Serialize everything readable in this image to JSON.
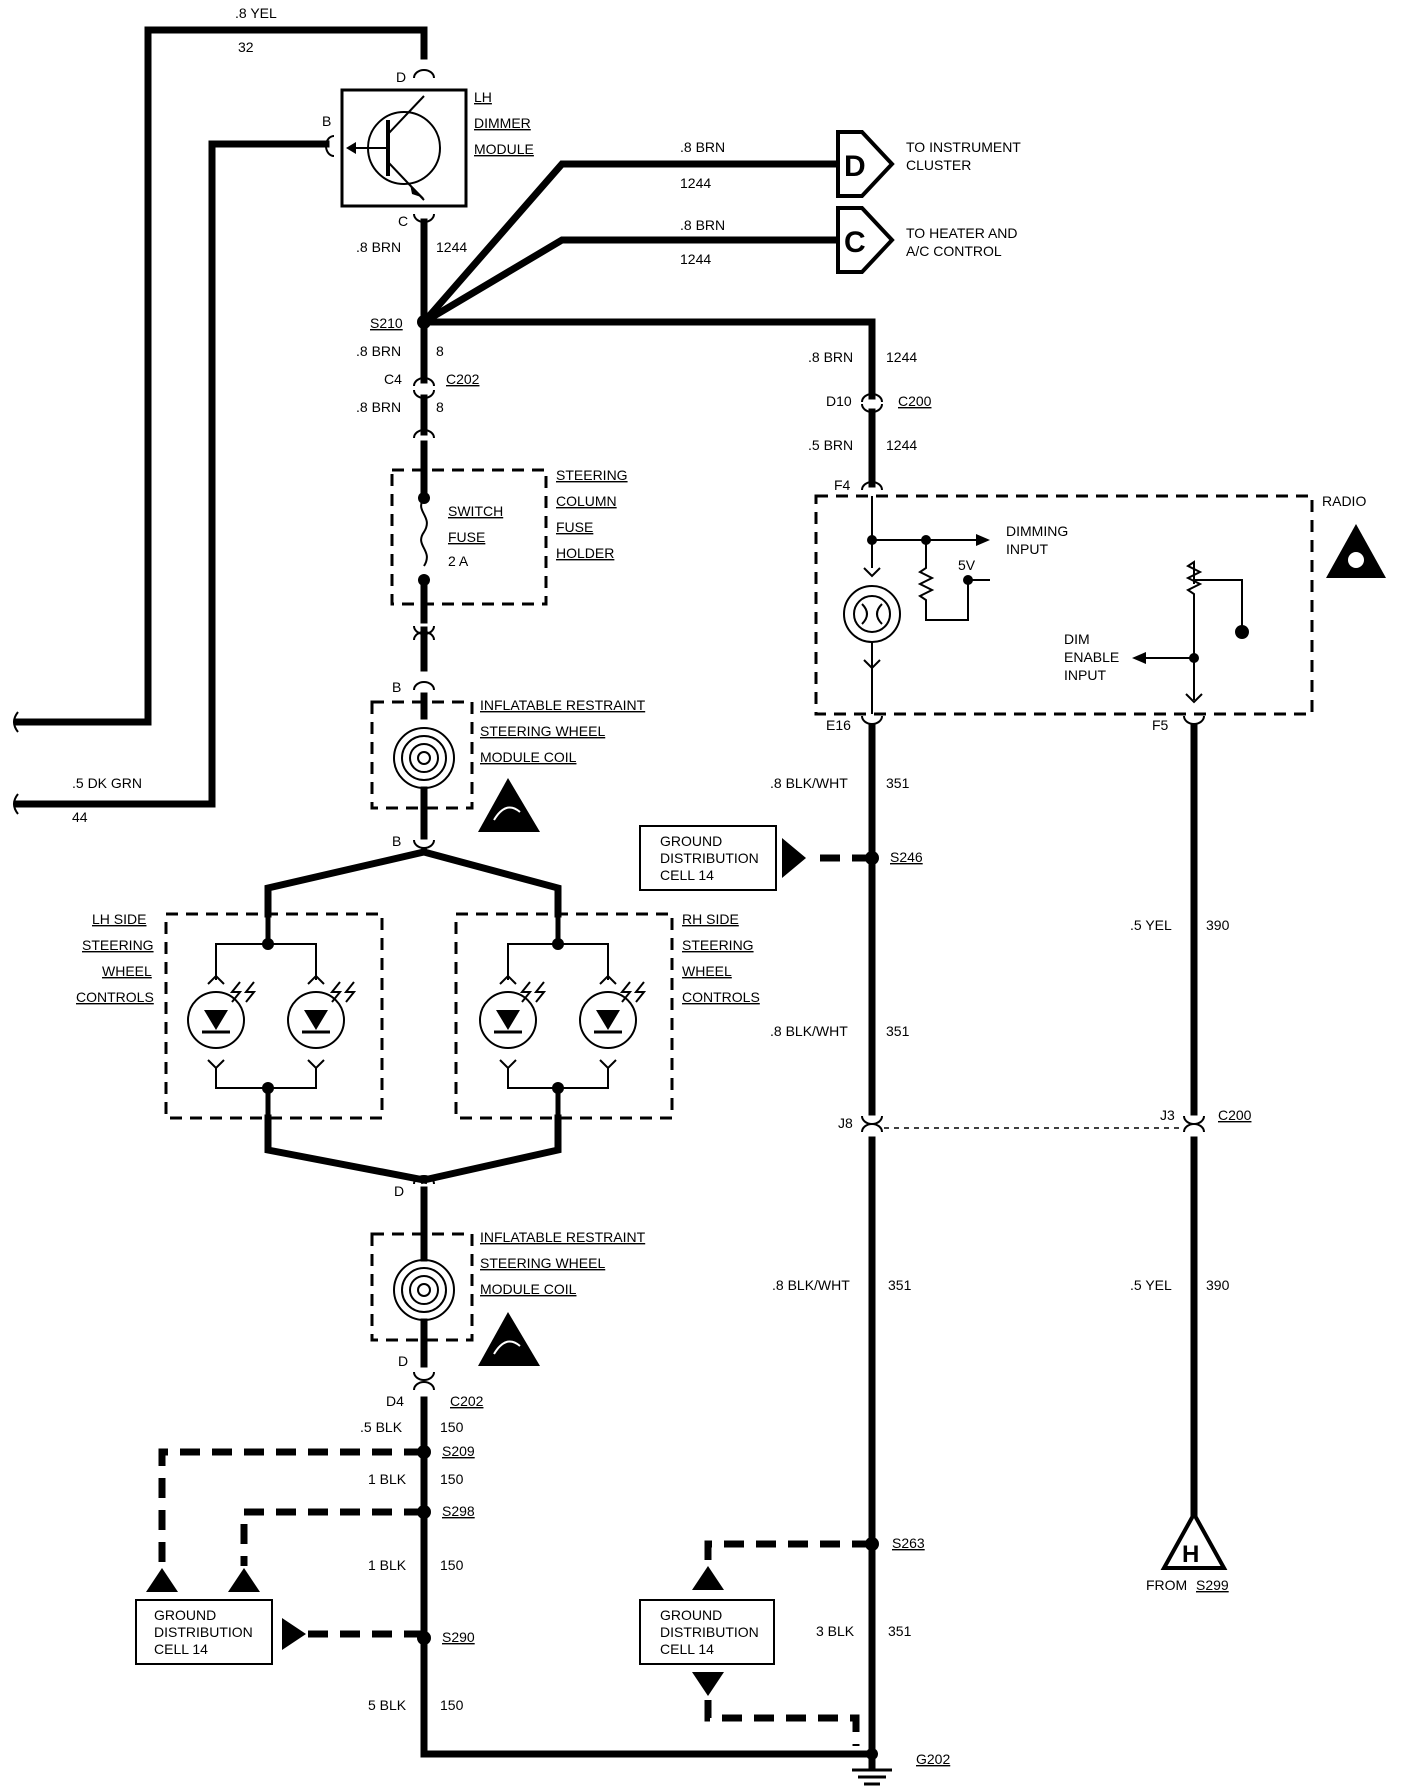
{
  "wires": {
    "yel_top": {
      "gauge": ".8 YEL",
      "circuit": "32"
    },
    "dk_grn": {
      "gauge": ".5 DK GRN",
      "circuit": "44"
    },
    "brn_to_cluster": {
      "gauge": ".8 BRN",
      "circuit": "1244"
    },
    "brn_to_heater": {
      "gauge": ".8 BRN",
      "circuit": "1244"
    },
    "brn_module_out": {
      "gauge": ".8 BRN",
      "circuit": "1244"
    },
    "brn_s210_down": {
      "gauge": ".8 BRN",
      "circuit": "8"
    },
    "brn_c4_down": {
      "gauge": ".8 BRN",
      "circuit": "8"
    },
    "brn_right_top": {
      "gauge": ".8 BRN",
      "circuit": "1244"
    },
    "brn_right_radio": {
      "gauge": ".5 BRN",
      "circuit": "1244"
    },
    "blk_wht_1": {
      "gauge": ".8 BLK/WHT",
      "circuit": "351"
    },
    "blk_wht_2": {
      "gauge": ".8 BLK/WHT",
      "circuit": "351"
    },
    "blk_wht_3": {
      "gauge": ".8 BLK/WHT",
      "circuit": "351"
    },
    "blk_3": {
      "gauge": "3 BLK",
      "circuit": "351"
    },
    "yel_390_1": {
      "gauge": ".5 YEL",
      "circuit": "390"
    },
    "yel_390_2": {
      "gauge": ".5 YEL",
      "circuit": "390"
    },
    "blk_05": {
      "gauge": ".5 BLK",
      "circuit": "150"
    },
    "blk_1a": {
      "gauge": "1 BLK",
      "circuit": "150"
    },
    "blk_1b": {
      "gauge": "1 BLK",
      "circuit": "150"
    },
    "blk_5": {
      "gauge": "5 BLK",
      "circuit": "150"
    }
  },
  "components": {
    "dimmer_module": {
      "line1": "LH",
      "line2": "DIMMER",
      "line3": "MODULE"
    },
    "fuse_holder": {
      "line1": "STEERING",
      "line2": "COLUMN",
      "line3": "FUSE",
      "line4": "HOLDER"
    },
    "fuse": {
      "line1": "SWITCH",
      "line2": "FUSE",
      "line3": "2 A"
    },
    "coil_upper": {
      "line1": "INFLATABLE RESTRAINT",
      "line2": "STEERING WHEEL",
      "line3": "MODULE COIL"
    },
    "coil_lower": {
      "line1": "INFLATABLE RESTRAINT",
      "line2": "STEERING WHEEL",
      "line3": "MODULE COIL"
    },
    "lh_controls": {
      "line1": "LH SIDE",
      "line2": "STEERING",
      "line3": "WHEEL",
      "line4": "CONTROLS"
    },
    "rh_controls": {
      "line1": "RH SIDE",
      "line2": "STEERING",
      "line3": "WHEEL",
      "line4": "CONTROLS"
    },
    "radio": {
      "title": "RADIO",
      "dimming_line1": "DIMMING",
      "dimming_line2": "INPUT",
      "voltage": "5V",
      "dim_line1": "DIM",
      "dim_line2": "ENABLE",
      "dim_line3": "INPUT"
    },
    "ground_cell_right": {
      "line1": "GROUND",
      "line2": "DISTRIBUTION",
      "line3": "CELL  14"
    },
    "ground_cell_left": {
      "line1": "GROUND",
      "line2": "DISTRIBUTION",
      "line3": "CELL  14"
    },
    "ground_cell_bottom": {
      "line1": "GROUND",
      "line2": "DISTRIBUTION",
      "line3": "CELL  14"
    }
  },
  "connectors": {
    "d_top": "D",
    "b_mod": "B",
    "c_mod": "C",
    "c4": "C4",
    "c202_top": "C202",
    "d10": "D10",
    "c200_top": "C200",
    "f4": "F4",
    "e16": "E16",
    "f5": "F5",
    "b_coil_top": "B",
    "b_coil_bot": "B",
    "d_coil_top": "D",
    "d_coil_bot": "D",
    "d4": "D4",
    "c202_bot": "C202",
    "j8": "J8",
    "j3": "J3",
    "c200_mid": "C200"
  },
  "splices": {
    "s210": "S210",
    "s246": "S246",
    "s209": "S209",
    "s298": "S298",
    "s290": "S290",
    "s263": "S263",
    "g202": "G202"
  },
  "destinations": {
    "cluster": {
      "letter": "D",
      "line1": "TO INSTRUMENT",
      "line2": "CLUSTER"
    },
    "heater": {
      "letter": "C",
      "line1": "TO HEATER AND",
      "line2": "A/C CONTROL"
    },
    "from_h": {
      "letter": "H",
      "prefix": "FROM",
      "splice": "S299"
    }
  },
  "colors": {
    "ink": "#000000",
    "paper": "#ffffff"
  },
  "icons": [
    "transistor-icon",
    "fuse-icon",
    "clockspring-icon",
    "airbag-warning-icon",
    "led-icon",
    "lamp-icon",
    "esd-warning-icon",
    "ground-icon",
    "resistor-icon"
  ]
}
